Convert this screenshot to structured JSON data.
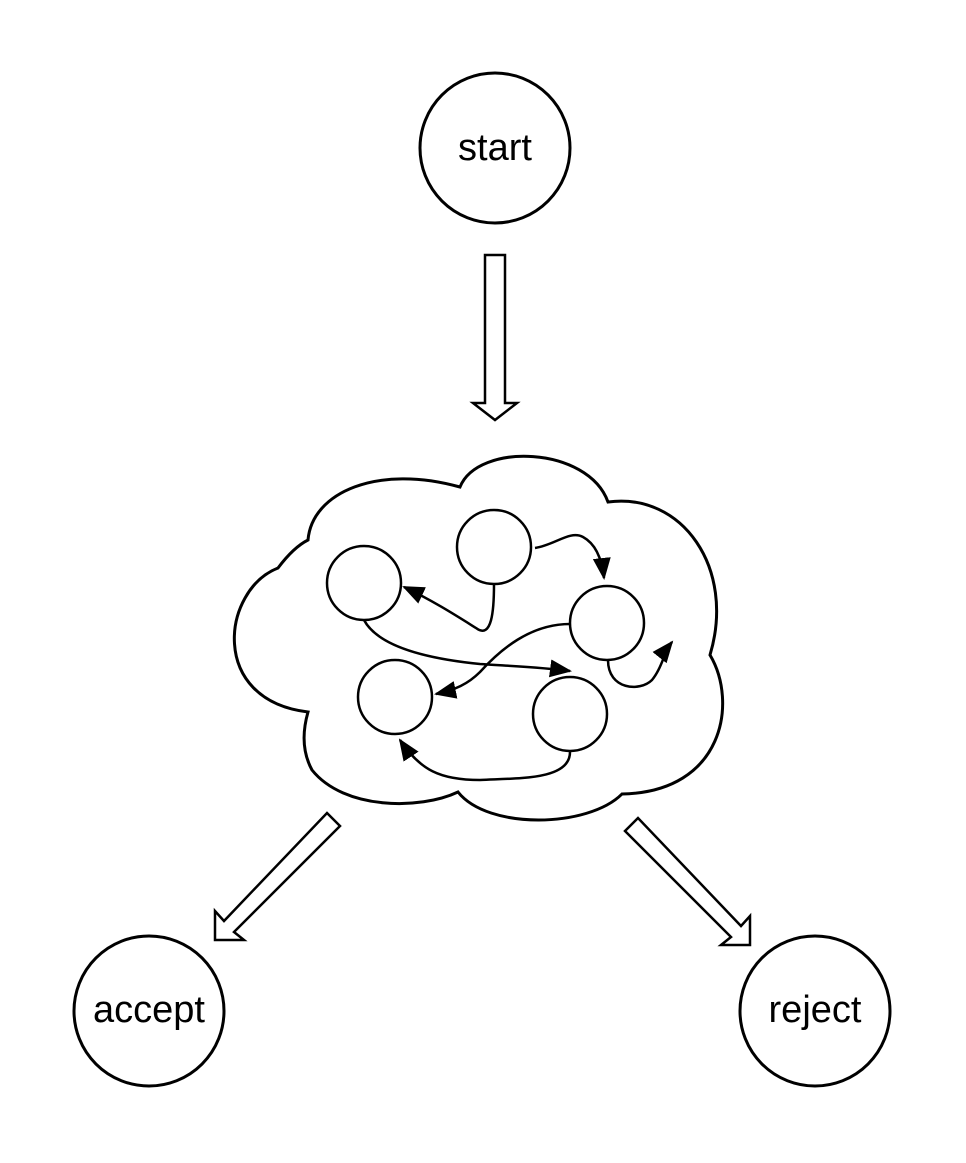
{
  "nodes": {
    "start": {
      "label": "start"
    },
    "accept": {
      "label": "accept"
    },
    "reject": {
      "label": "reject"
    }
  },
  "colors": {
    "stroke": "#000000",
    "fill": "#ffffff"
  }
}
